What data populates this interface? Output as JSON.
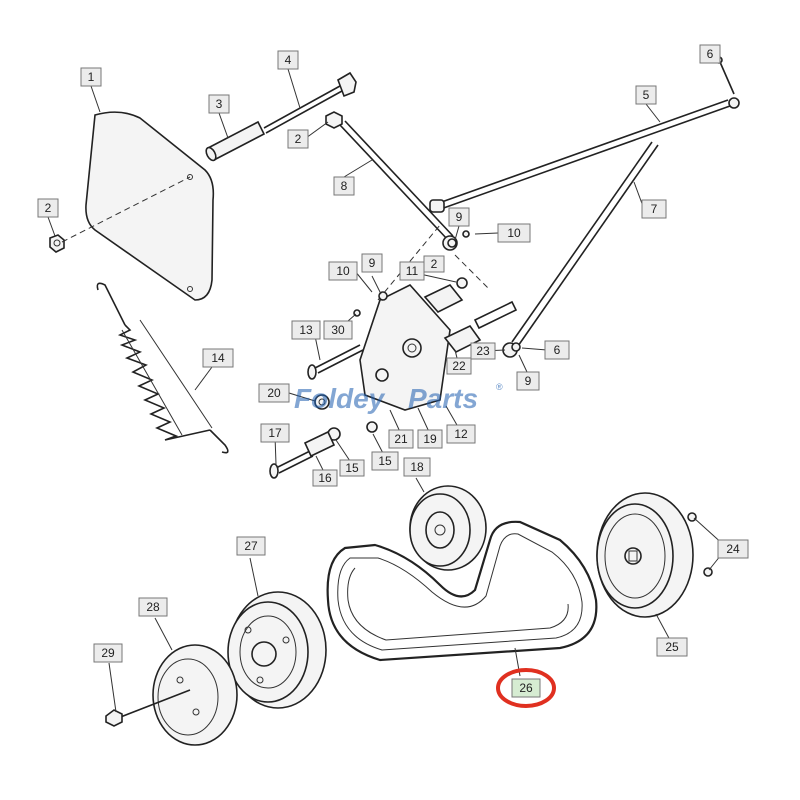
{
  "watermark": {
    "brand_part1": "Foldey",
    "brand_part2": "Parts",
    "registered": "®"
  },
  "callouts": {
    "c1": "1",
    "c2a": "2",
    "c2b": "2",
    "c2c": "2",
    "c3": "3",
    "c4": "4",
    "c5": "5",
    "c6a": "6",
    "c6b": "6",
    "c7": "7",
    "c8": "8",
    "c9a": "9",
    "c9b": "9",
    "c9c": "9",
    "c10a": "10",
    "c10b": "10",
    "c11": "11",
    "c12": "12",
    "c13": "13",
    "c14": "14",
    "c15a": "15",
    "c15b": "15",
    "c16": "16",
    "c17": "17",
    "c18": "18",
    "c19": "19",
    "c20": "20",
    "c21": "21",
    "c22": "22",
    "c23": "23",
    "c24": "24",
    "c25": "25",
    "c26": "26",
    "c27": "27",
    "c28": "28",
    "c29": "29",
    "c30": "30"
  },
  "highlight": {
    "part": "26",
    "ring_color": "#e03020"
  }
}
